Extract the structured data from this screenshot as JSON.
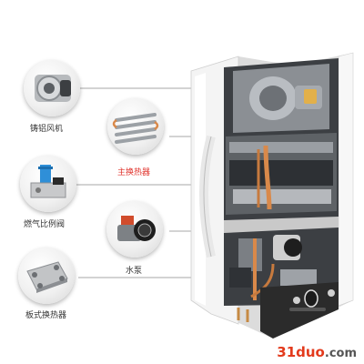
{
  "components": [
    {
      "id": "fan",
      "label": "铸铝风机",
      "icon": "fan-icon"
    },
    {
      "id": "heat-exchanger",
      "label": "主换热器",
      "icon": "heat-exchanger-icon"
    },
    {
      "id": "gas-valve",
      "label": "燃气比例阀",
      "icon": "gas-valve-icon"
    },
    {
      "id": "pump",
      "label": "水泵",
      "icon": "water-pump-icon"
    },
    {
      "id": "plate-exchanger",
      "label": "板式换热器",
      "icon": "plate-heat-exchanger-icon"
    }
  ],
  "watermark": {
    "brand": "31duo",
    "domain": ".com"
  },
  "colors": {
    "accent_label": "#e0322b",
    "pipe_copper": "#d9894a",
    "boiler_white": "#f4f4f4",
    "panel_dark": "#2b2b2b"
  }
}
